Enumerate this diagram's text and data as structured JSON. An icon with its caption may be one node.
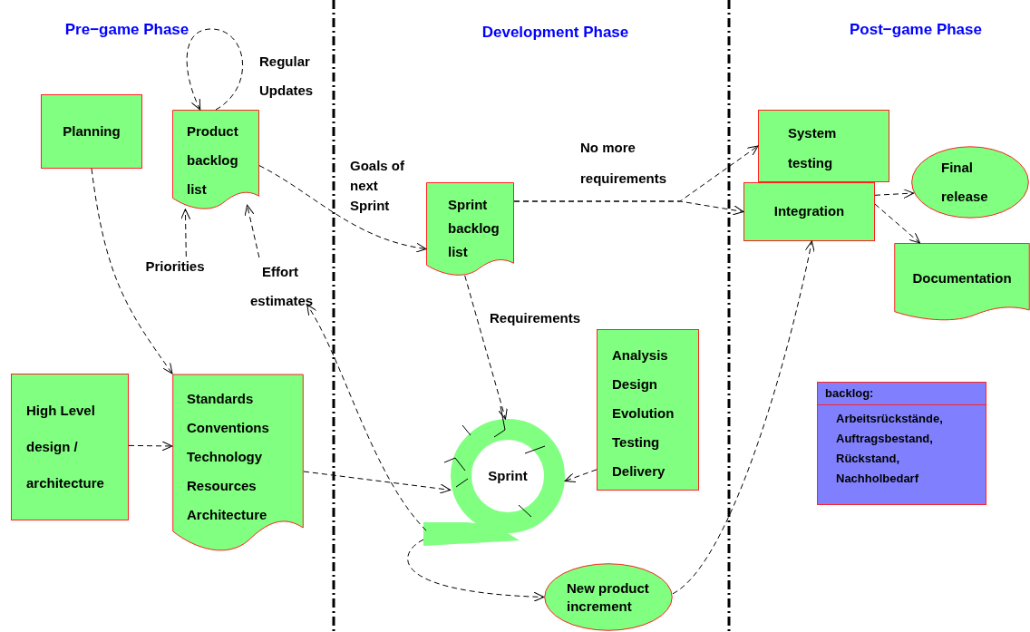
{
  "diagram": {
    "nodes": [
      {
        "text": [
          "Planning"
        ]
      },
      {
        "text": [
          "Product backlog list"
        ]
      },
      {
        "text": [
          "Sprint backlog list"
        ]
      },
      {
        "text": [
          "System testing"
        ]
      },
      {
        "text": [
          "Integration"
        ]
      },
      {
        "text": [
          "Final release"
        ]
      },
      {
        "text": [
          "Documentation"
        ]
      },
      {
        "text": [
          "High Level design / architecture"
        ]
      },
      {
        "text": [
          "Standards",
          "Conventions",
          "Technology",
          "Resources",
          "Architecture"
        ]
      },
      {
        "text": [
          "Sprint"
        ]
      },
      {
        "text": [
          "Analysis",
          "Design",
          "Evolution",
          "Testing",
          "Delivery"
        ]
      },
      {
        "text": [
          "New product increment"
        ]
      },
      {
        "text": [
          "backlog:",
          "Arbeitsrückstände, Auftragsbestand, Rückstand, Nachholbedarf"
        ]
      },
      {
        "text": [
          "Priorities"
        ]
      },
      {
        "text": [
          "Effort estimates"
        ]
      }
    ],
    "edges": [
      {
        "from": 0,
        "to": 8,
        "arrow": "to"
      },
      {
        "from": 1,
        "to": 1,
        "arrow": "to",
        "label": "Regular Updates"
      },
      {
        "from": 13,
        "to": 1,
        "arrow": "to"
      },
      {
        "from": 14,
        "to": 1,
        "arrow": "to"
      },
      {
        "from": 1,
        "to": 2,
        "arrow": "to",
        "label": "Goals of next Sprint"
      },
      {
        "from": 2,
        "to": 3,
        "arrow": "to",
        "label": "No more requirements"
      },
      {
        "from": 2,
        "to": 4,
        "arrow": "to"
      },
      {
        "from": 2,
        "to": 9,
        "arrow": "to",
        "label": "Requirements"
      },
      {
        "from": 7,
        "to": 8,
        "arrow": "to"
      },
      {
        "from": 8,
        "to": 9,
        "arrow": "to"
      },
      {
        "from": 10,
        "to": 9,
        "arrow": "to"
      },
      {
        "from": 9,
        "to": 11,
        "arrow": "to"
      },
      {
        "from": 9,
        "to": 14,
        "arrow": "to"
      },
      {
        "from": 11,
        "to": 4,
        "arrow": "to"
      },
      {
        "from": 4,
        "to": 5,
        "arrow": "to"
      },
      {
        "from": 4,
        "to": 6,
        "arrow": "to"
      }
    ],
    "labels": [
      "Pre−game Phase",
      "Development Phase",
      "Post−game Phase"
    ]
  }
}
